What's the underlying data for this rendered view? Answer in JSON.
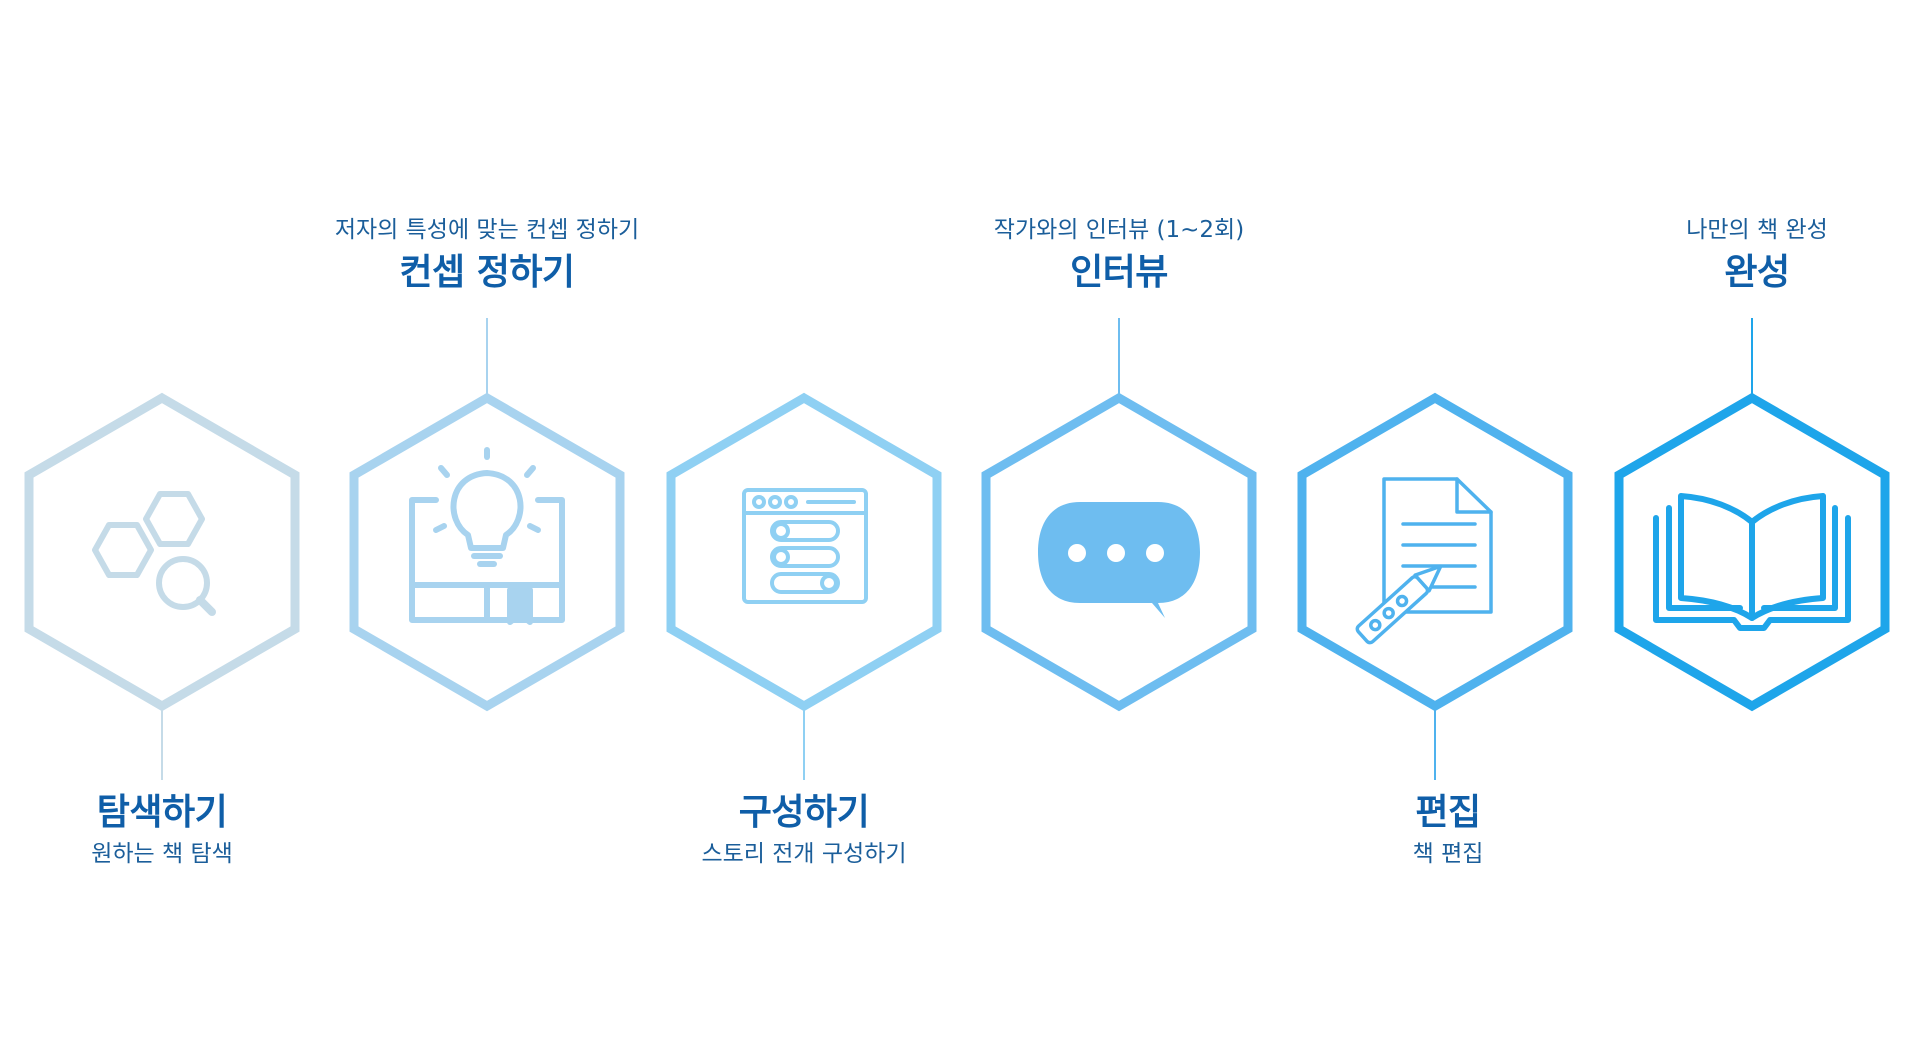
{
  "steps": [
    {
      "title": "탐색하기",
      "subtitle": "원하는 책 탐색",
      "icon": "hexagon-search-icon",
      "color": "#c5dbe8"
    },
    {
      "title": "컨셉 정하기",
      "subtitle": "저자의 특성에 맞는 컨셉 정하기",
      "icon": "lightbulb-book-icon",
      "color": "#a8d3ef"
    },
    {
      "title": "구성하기",
      "subtitle": "스토리 전개 구성하기",
      "icon": "layout-window-icon",
      "color": "#8fd0f3"
    },
    {
      "title": "인터뷰",
      "subtitle": "작가와의 인터뷰 (1~2회)",
      "icon": "chat-bubble-icon",
      "color": "#6ebdf0"
    },
    {
      "title": "편집",
      "subtitle": "책 편집",
      "icon": "document-pen-icon",
      "color": "#4fb2ee"
    },
    {
      "title": "완성",
      "subtitle": "나만의 책 완성",
      "icon": "open-book-icon",
      "color": "#1ea5ea"
    }
  ]
}
